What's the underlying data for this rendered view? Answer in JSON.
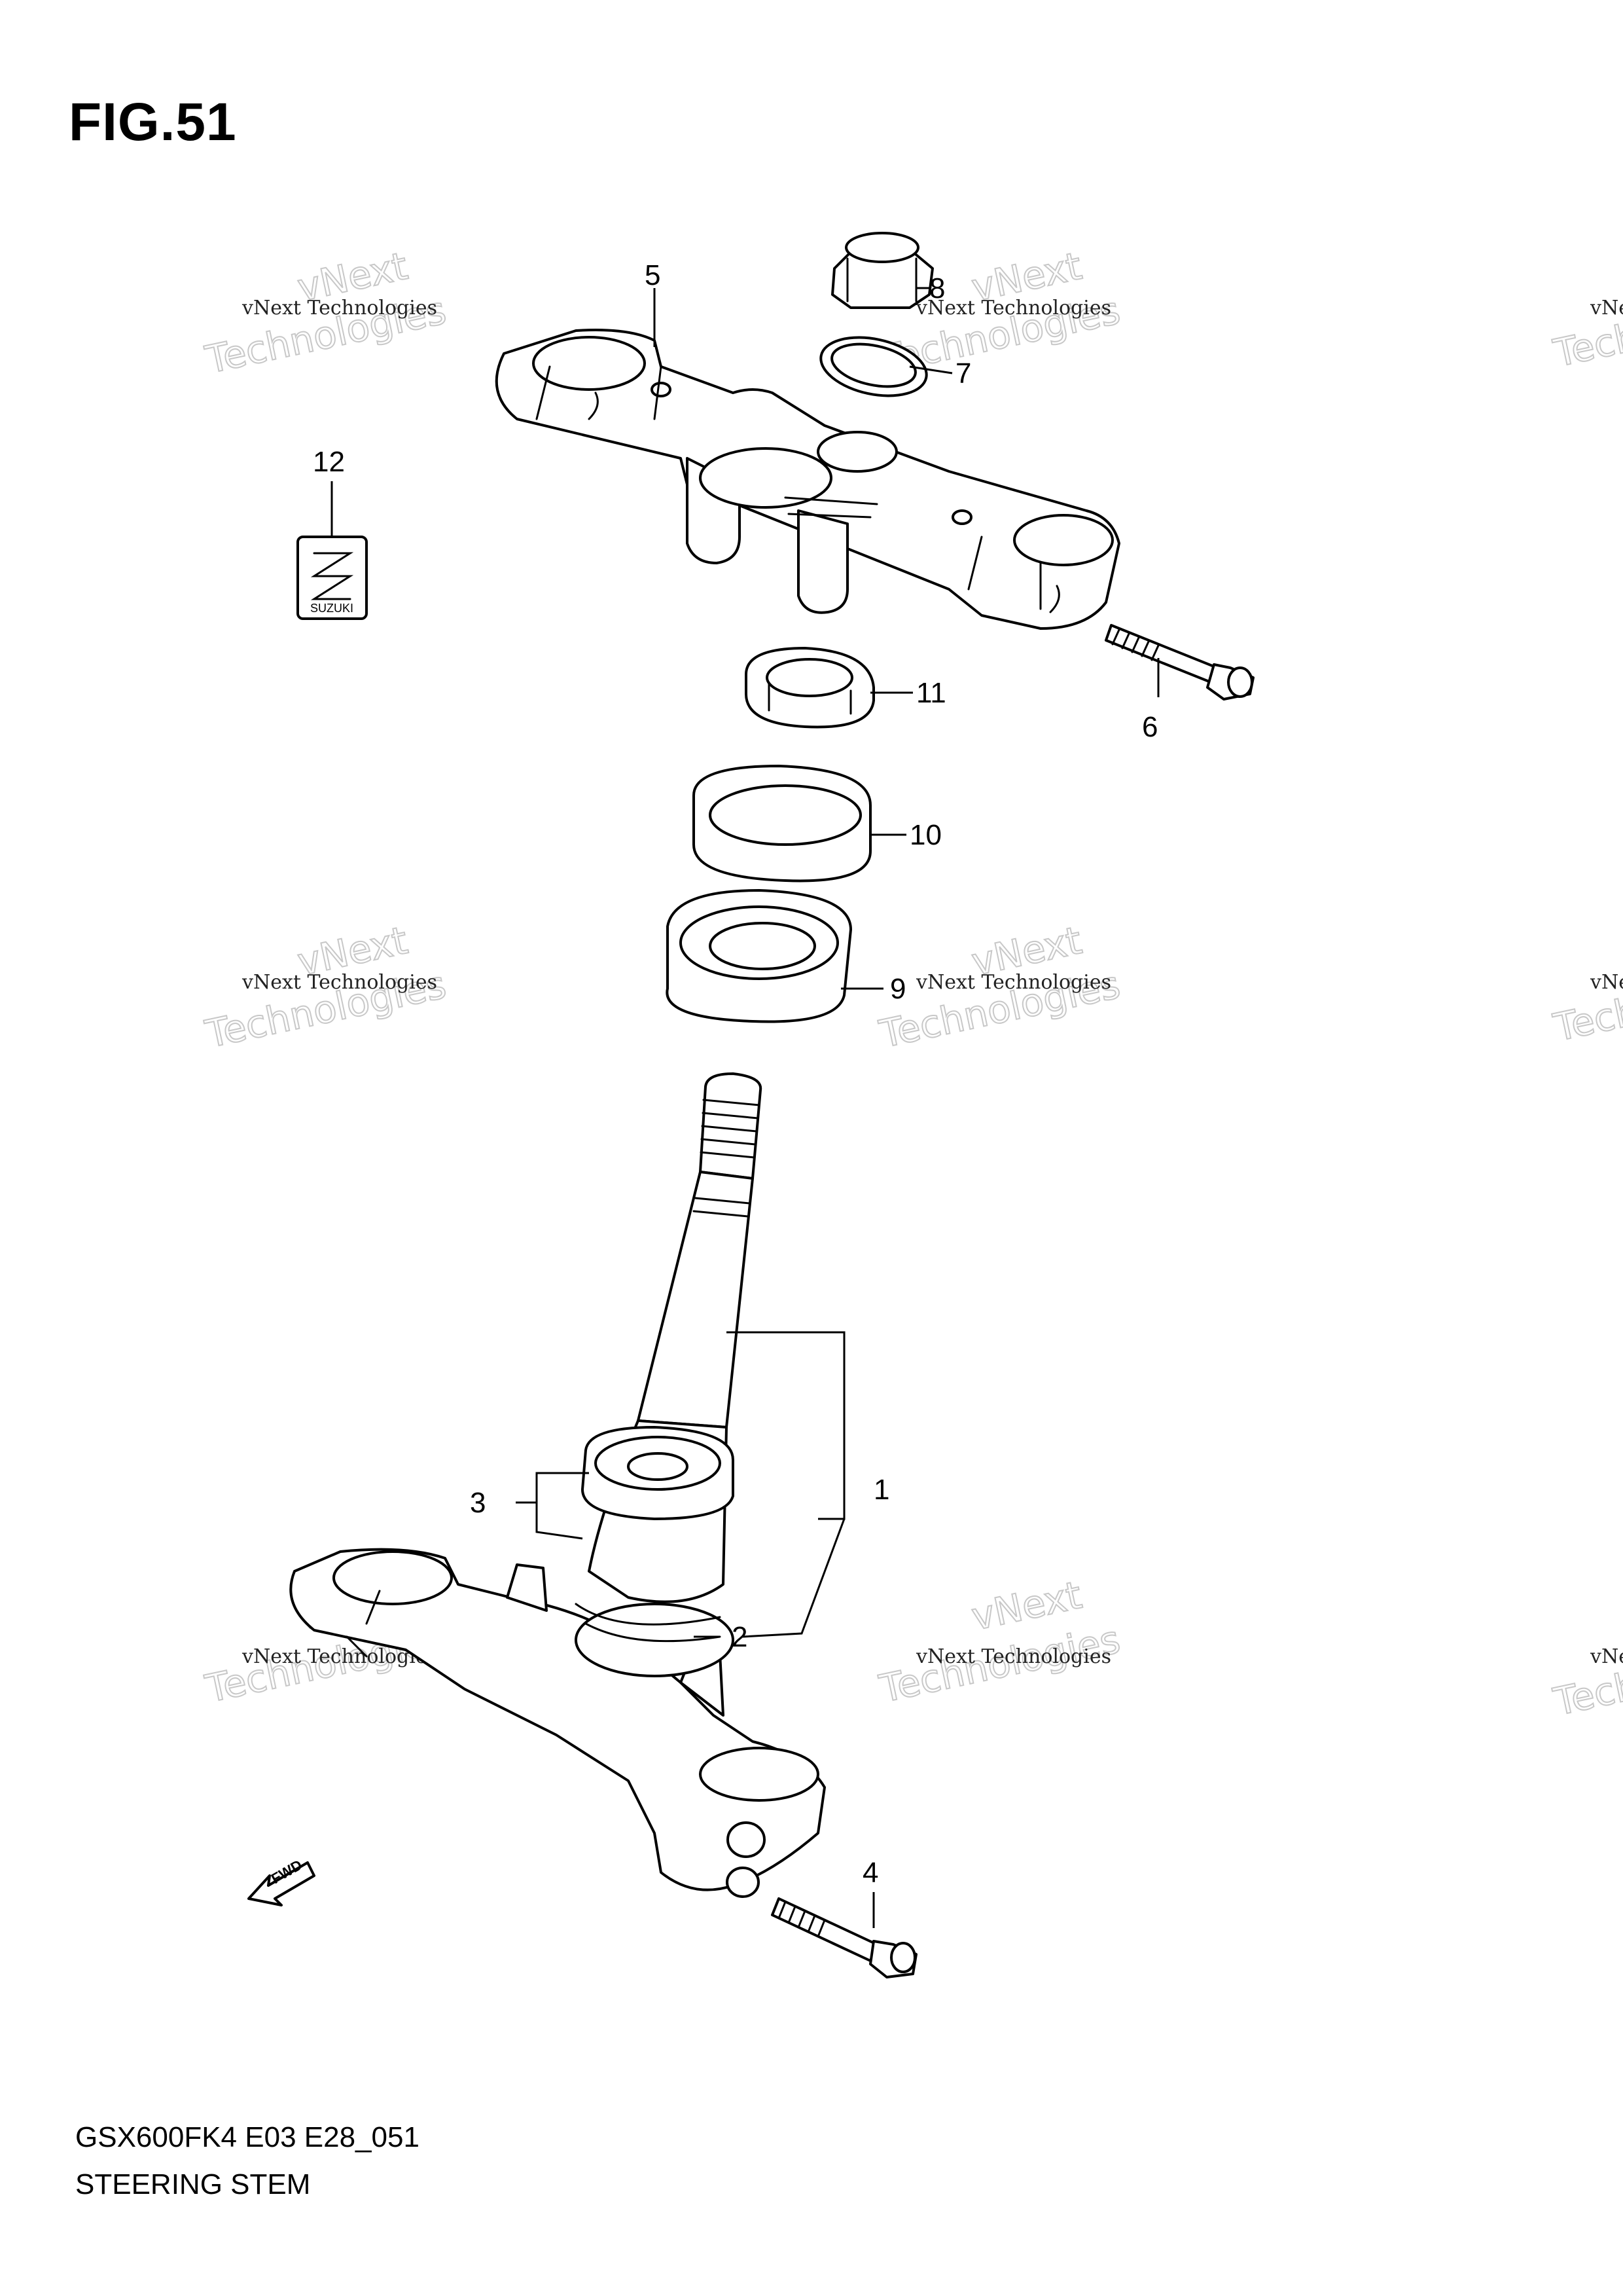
{
  "figure_title": "FIG.51",
  "footer": {
    "model_code": "GSX600FK4 E03 E28_051",
    "assembly_name": "STEERING STEM"
  },
  "callouts": [
    "1",
    "2",
    "3",
    "4",
    "5",
    "6",
    "7",
    "8",
    "9",
    "10",
    "11",
    "12"
  ],
  "logo_text": "SUZUKI",
  "fwd_text": "FWD",
  "watermark": {
    "line1": "vNext Technologies",
    "line2": "vNext",
    "line3": "Technologies"
  }
}
